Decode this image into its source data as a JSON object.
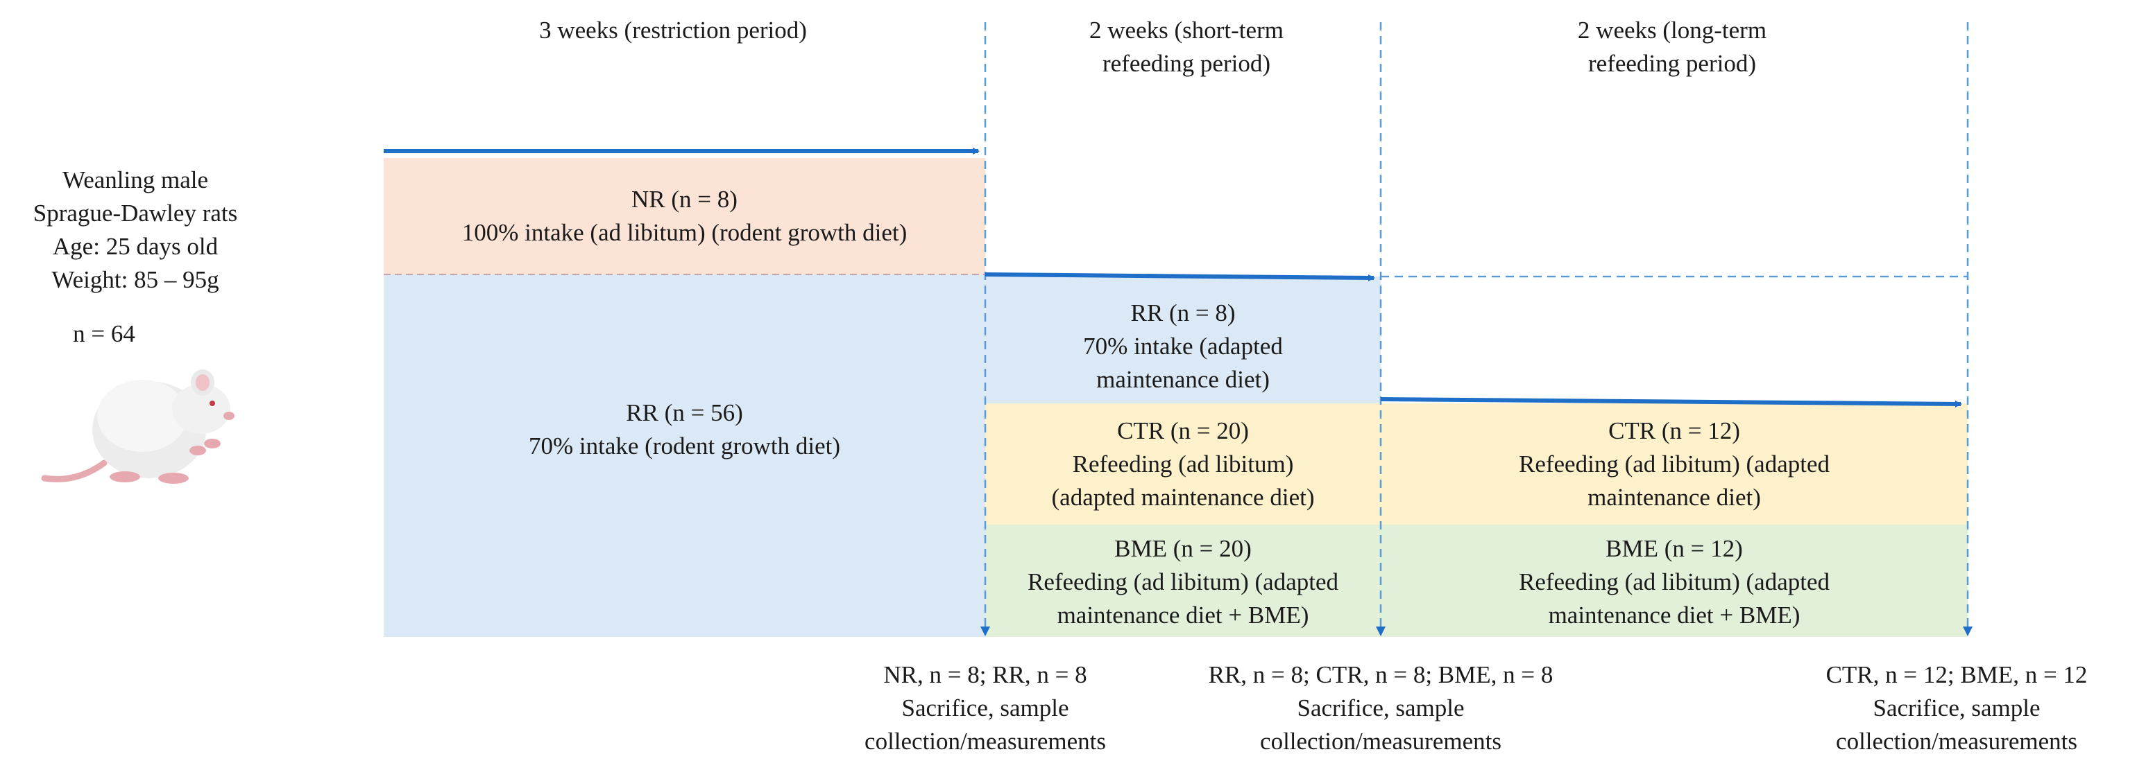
{
  "colors": {
    "arrow": "#1f6fc8",
    "dashed": "#5b9bd5",
    "nr_fill": "#fbe3d6",
    "rr_fill": "#dbe9f6",
    "ctr_fill": "#fdf1cc",
    "bme_fill": "#e2f0d9",
    "nr_divider": "#c9a0b2"
  },
  "periods": {
    "restriction": "3 weeks (restriction period)",
    "short_term": [
      "2 weeks (short-term",
      "refeeding period)"
    ],
    "long_term": [
      "2 weeks (long-term",
      "refeeding period)"
    ]
  },
  "subjects": {
    "lines": [
      "Weanling male",
      "Sprague-Dawley rats",
      "Age: 25 days old",
      "Weight: 85 – 95g"
    ],
    "n_total": "n = 64",
    "rat_icon": "rat-icon"
  },
  "groups": {
    "nr": {
      "title": "NR (n = 8)",
      "desc": "100% intake (ad libitum) (rodent growth diet)"
    },
    "rr_restriction": {
      "title": "RR (n = 56)",
      "desc": "70% intake (rodent growth diet)"
    },
    "rr_short": {
      "title": "RR (n = 8)",
      "lines": [
        "70% intake (adapted",
        "maintenance diet)"
      ]
    },
    "ctr_short": {
      "title": "CTR (n = 20)",
      "lines": [
        "Refeeding (ad libitum)",
        "(adapted maintenance diet)"
      ]
    },
    "bme_short": {
      "title": "BME (n = 20)",
      "lines": [
        "Refeeding (ad libitum) (adapted",
        "maintenance diet + BME)"
      ]
    },
    "ctr_long": {
      "title": "CTR (n = 12)",
      "lines": [
        "Refeeding (ad libitum) (adapted",
        "maintenance diet)"
      ]
    },
    "bme_long": {
      "title": "BME (n = 12)",
      "lines": [
        "Refeeding (ad libitum) (adapted",
        "maintenance diet + BME)"
      ]
    }
  },
  "sacrifice": [
    {
      "counts": "NR, n = 8; RR, n = 8",
      "line2": "Sacrifice, sample",
      "line3": "collection/measurements"
    },
    {
      "counts": "RR, n = 8; CTR, n = 8; BME, n = 8",
      "line2": "Sacrifice, sample",
      "line3": "collection/measurements"
    },
    {
      "counts": "CTR, n = 12; BME, n = 12",
      "line2": "Sacrifice, sample",
      "line3": "collection/measurements"
    }
  ]
}
